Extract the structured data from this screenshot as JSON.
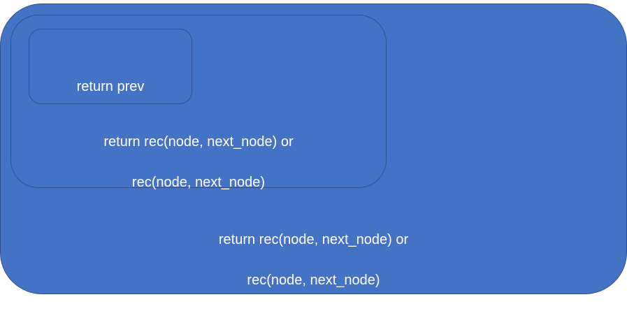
{
  "colors": {
    "box_fill": "#4472c4",
    "box_border": "#2f528f",
    "text": "#ffffff"
  },
  "diagram": {
    "inner_box": {
      "text": "return prev"
    },
    "middle_box": {
      "line1": "return rec(node, next_node) or",
      "line2": "rec(node, next_node)"
    },
    "outer_box": {
      "line1": "return rec(node, next_node) or",
      "line2": "rec(node, next_node)"
    }
  }
}
